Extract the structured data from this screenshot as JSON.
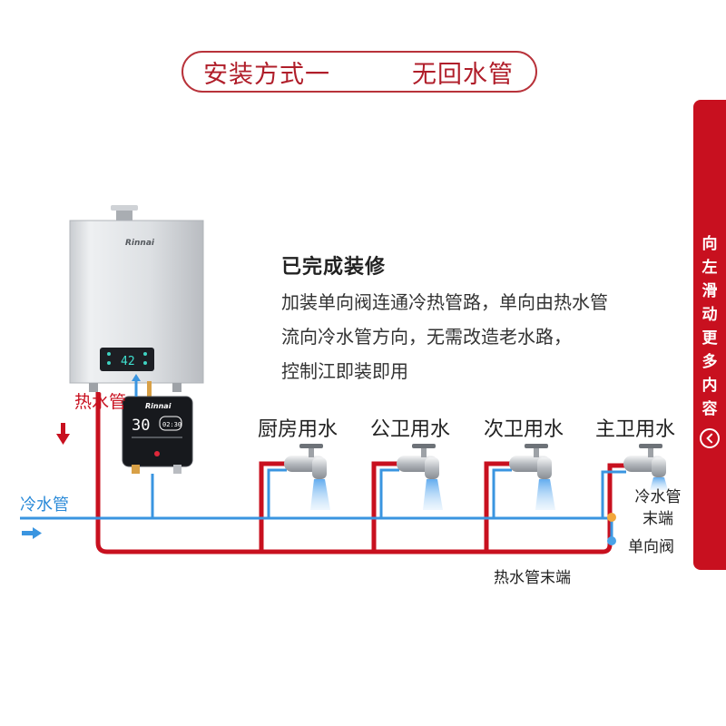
{
  "title": {
    "method": "安装方式一",
    "name": "无回水管"
  },
  "side_tab": {
    "text": "向左滑动更多内容"
  },
  "info": {
    "heading": "已完成装修",
    "lines": [
      "加装单向阀连通冷热管路，单向由热水管",
      "流向冷水管方向，无需改造老水路，",
      "控制江即装即用"
    ]
  },
  "heater": {
    "brand": "Rinnai",
    "display_value": "42"
  },
  "pump": {
    "brand": "Rinnai",
    "display_value": "30",
    "clock": "02:30"
  },
  "faucets": [
    {
      "label": "厨房用水"
    },
    {
      "label": "公卫用水"
    },
    {
      "label": "次卫用水"
    },
    {
      "label": "主卫用水"
    }
  ],
  "pipes": {
    "cold_label": "冷水管",
    "hot_label": "热水管",
    "cold_end_label": "冷水管\n末端",
    "check_valve_label": "单向阀",
    "hot_end_label": "热水管末端"
  },
  "colors": {
    "hot": "#c8101f",
    "cold": "#3a95e0",
    "accent": "#b01e2a",
    "valve": "#f2a63a"
  }
}
